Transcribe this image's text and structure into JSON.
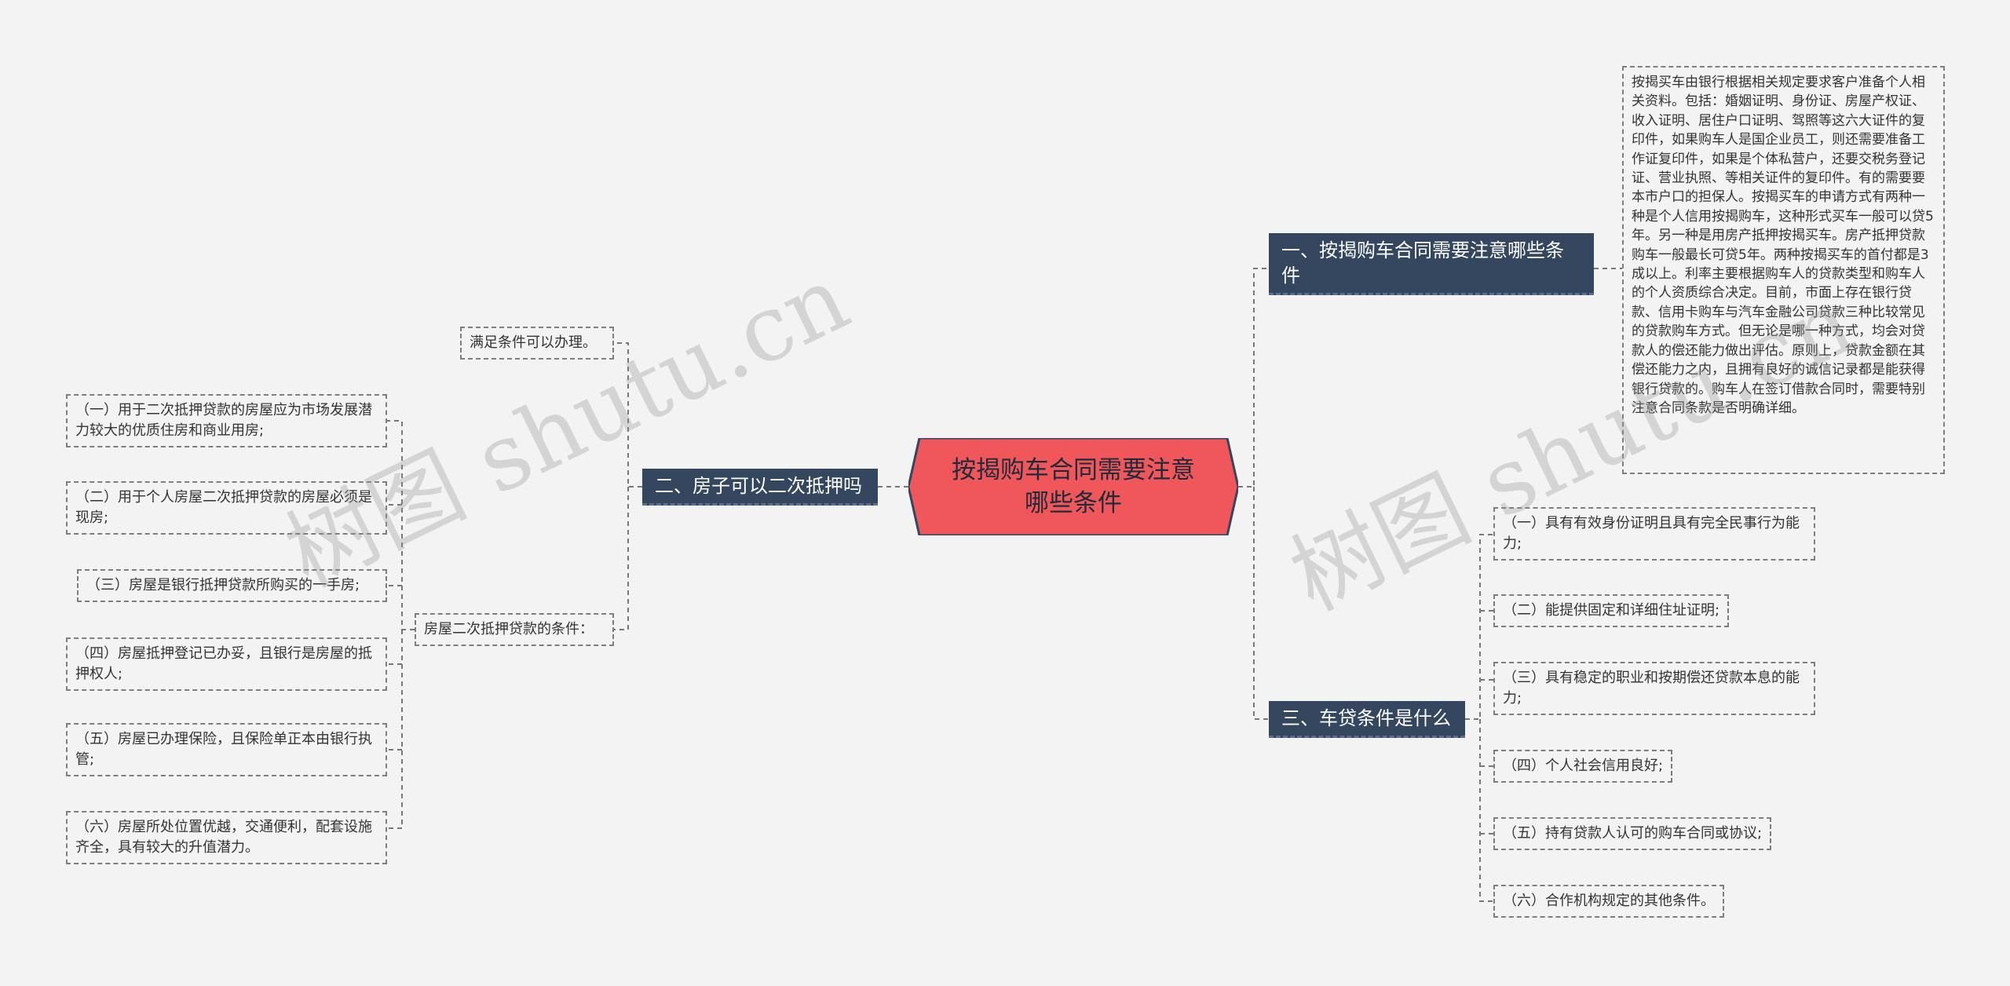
{
  "root": {
    "title": "按揭购车合同需要注意哪些条件"
  },
  "branches": {
    "b1": {
      "label": "一、按揭购车合同需要注意哪些条件",
      "detail": "按揭买车由银行根据相关规定要求客户准备个人相关资料。包括：婚姻证明、身份证、房屋产权证、收入证明、居住户口证明、驾照等这六大证件的复印件，如果购车人是国企业员工，则还需要准备工作证复印件，如果是个体私营户，还要交税务登记证、营业执照、等相关证件的复印件。有的需要要本市户口的担保人。按揭买车的申请方式有两种一种是个人信用按揭购车，这种形式买车一般可以贷5年。另一种是用房产抵押按揭买车。房产抵押贷款购车一般最长可贷5年。两种按揭买车的首付都是3成以上。利率主要根据购车人的贷款类型和购车人的个人资质综合决定。目前，市面上存在银行贷款、信用卡购车与汽车金融公司贷款三种比较常见的贷款购车方式。但无论是哪一种方式，均会对贷款人的偿还能力做出评估。原则上，贷款金额在其偿还能力之内，且拥有良好的诚信记录都是能获得银行贷款的。购车人在签订借款合同时，需要特别注意合同条款是否明确详细。"
    },
    "b2": {
      "label": "二、房子可以二次抵押吗",
      "sub1": "满足条件可以办理。",
      "sub2": "房屋二次抵押贷款的条件：",
      "items": [
        "（一）用于二次抵押贷款的房屋应为市场发展潜力较大的优质住房和商业用房;",
        "（二）用于个人房屋二次抵押贷款的房屋必须是现房;",
        "（三）房屋是银行抵押贷款所购买的一手房;",
        "（四）房屋抵押登记已办妥，且银行是房屋的抵押权人;",
        "（五）房屋已办理保险，且保险单正本由银行执管;",
        "（六）房屋所处位置优越，交通便利，配套设施齐全，具有较大的升值潜力。"
      ]
    },
    "b3": {
      "label": "三、车贷条件是什么",
      "items": [
        "（一）具有有效身份证明且具有完全民事行为能力;",
        "（二）能提供固定和详细住址证明;",
        "（三）具有稳定的职业和按期偿还贷款本息的能力;",
        "（四）个人社会信用良好;",
        "（五）持有贷款人认可的购车合同或协议;",
        "（六）合作机构规定的其他条件。"
      ]
    }
  },
  "watermarks": [
    "树图 shutu.cn",
    "树图 shutu.cn"
  ],
  "colors": {
    "root_fill": "#f0575a",
    "branch_fill": "#34475f",
    "background": "#f3f3f4"
  }
}
